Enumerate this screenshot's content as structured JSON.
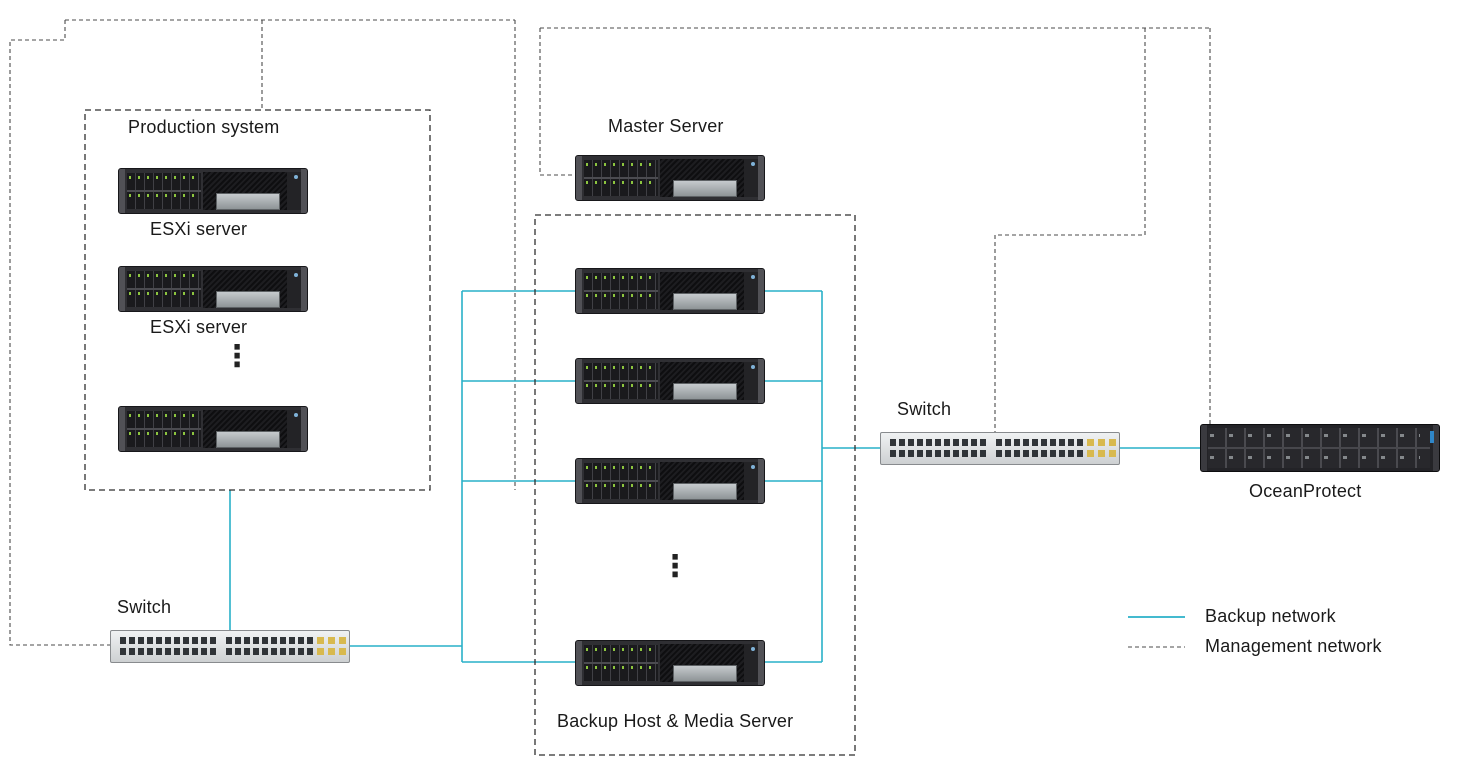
{
  "diagram": {
    "production": {
      "title": "Production system",
      "esxi1": "ESXi server",
      "esxi2": "ESXi server",
      "ellipsis": "⋮"
    },
    "master": {
      "label": "Master Server"
    },
    "backup": {
      "label": "Backup Host & Media Server",
      "ellipsis": "⋮"
    },
    "switches": {
      "left": "Switch",
      "right": "Switch"
    },
    "storage": {
      "label": "OceanProtect"
    },
    "legend": {
      "backup_label": "Backup network",
      "management_label": "Management network"
    },
    "colors": {
      "backup_network": "#29b0c8",
      "management_network": "#4b4b4b"
    }
  }
}
